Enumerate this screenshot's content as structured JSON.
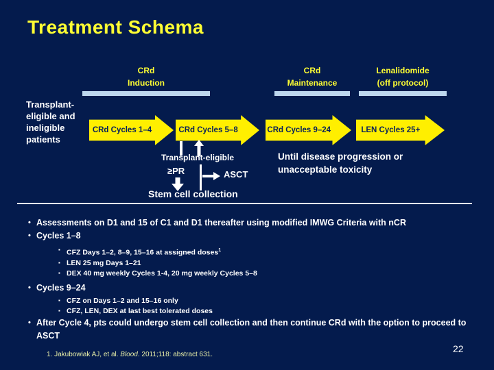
{
  "colors": {
    "background": "#041B4D",
    "title_yellow": "#FFFF33",
    "arrow_yellow": "#FFEF00",
    "underline_blue": "#BDD7EE",
    "text_white": "#FFFFFF",
    "footnote_yellow": "#E9F0A8"
  },
  "title": "Treatment Schema",
  "columns": [
    {
      "line1": "CRd",
      "line2": "Induction"
    },
    {
      "line1": "CRd",
      "line2": "Maintenance"
    },
    {
      "line1": "Lenalidomide",
      "line2": "(off protocol)"
    }
  ],
  "left_label": "Transplant-eligible and ineligible patients",
  "arrows": [
    {
      "label": "CRd Cycles 1–4"
    },
    {
      "label": "CRd Cycles 5–8"
    },
    {
      "label": "CRd Cycles 9–24"
    },
    {
      "label": "LEN Cycles 25+"
    }
  ],
  "branch": {
    "group_label": "Transplant-eligible",
    "pr": "≥PR",
    "asct": "ASCT",
    "collection": "Stem cell collection"
  },
  "maintenance_note": "Until disease progression or unacceptable toxicity",
  "bullets": [
    {
      "level": 1,
      "text": "Assessments on D1 and 15 of C1 and D1 thereafter using modified IMWG Criteria with nCR"
    },
    {
      "level": 1,
      "text": "Cycles 1–8"
    },
    {
      "level": 2,
      "text": "CFZ Days 1–2, 8–9, 15–16 at assigned doses",
      "sup": "1"
    },
    {
      "level": 2,
      "text": "LEN 25 mg Days 1–21"
    },
    {
      "level": 2,
      "text": "DEX 40 mg weekly Cycles 1-4, 20 mg weekly Cycles 5–8"
    },
    {
      "level": 1,
      "text": "Cycles 9–24"
    },
    {
      "level": 2,
      "text": "CFZ on Days 1–2 and 15–16 only"
    },
    {
      "level": 2,
      "text": "CFZ, LEN, DEX at last best tolerated doses"
    },
    {
      "level": 1,
      "text": "After Cycle 4, pts could undergo stem cell collection and then continue CRd with the option to proceed to ASCT"
    }
  ],
  "footnote": {
    "prefix": "1. Jakubowiak AJ, et al. ",
    "journal": "Blood",
    "suffix": ". 2011;118: abstract 631."
  },
  "page_number": "22"
}
